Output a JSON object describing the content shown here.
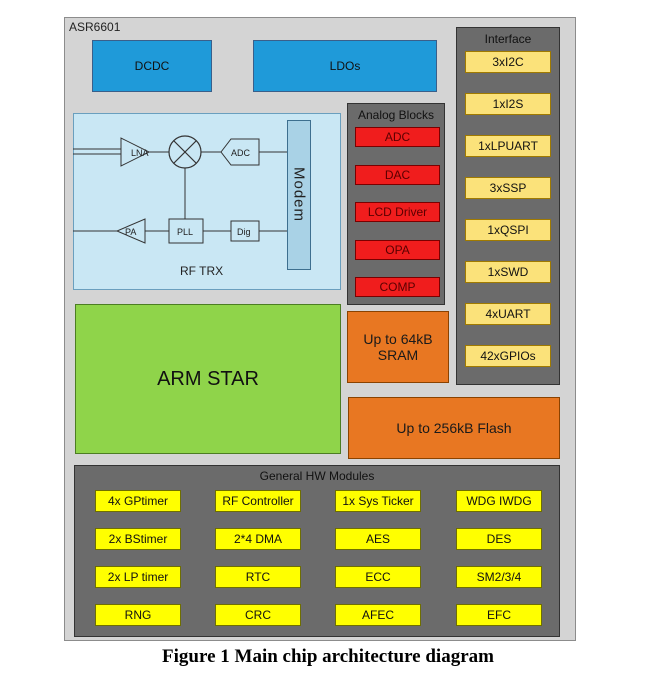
{
  "chip_name": "ASR6601",
  "top_blocks": {
    "dcdc": "DCDC",
    "ldos": "LDOs"
  },
  "rf": {
    "label": "RF TRX",
    "modem": "Modem",
    "lna": "LNA",
    "adc": "ADC",
    "pa": "PA",
    "pll": "PLL",
    "dig": "Dig"
  },
  "analog": {
    "title": "Analog Blocks",
    "items": [
      "ADC",
      "DAC",
      "LCD Driver",
      "OPA",
      "COMP"
    ]
  },
  "interface": {
    "title": "Interface",
    "items": [
      "3xI2C",
      "1xI2S",
      "1xLPUART",
      "3xSSP",
      "1xQSPI",
      "1xSWD",
      "4xUART",
      "42xGPIOs"
    ]
  },
  "core": "ARM STAR",
  "sram": {
    "line1": "Up to 64kB",
    "line2": "SRAM"
  },
  "flash": "Up to 256kB Flash",
  "hw": {
    "title": "General HW Modules",
    "rows": [
      [
        "4x GPtimer",
        "RF Controller",
        "1x Sys Ticker",
        "WDG IWDG"
      ],
      [
        "2x BStimer",
        "2*4 DMA",
        "AES",
        "DES"
      ],
      [
        "2x LP timer",
        "RTC",
        "ECC",
        "SM2/3/4"
      ],
      [
        "RNG",
        "CRC",
        "AFEC",
        "EFC"
      ]
    ]
  },
  "caption": "Figure 1 Main chip architecture diagram"
}
